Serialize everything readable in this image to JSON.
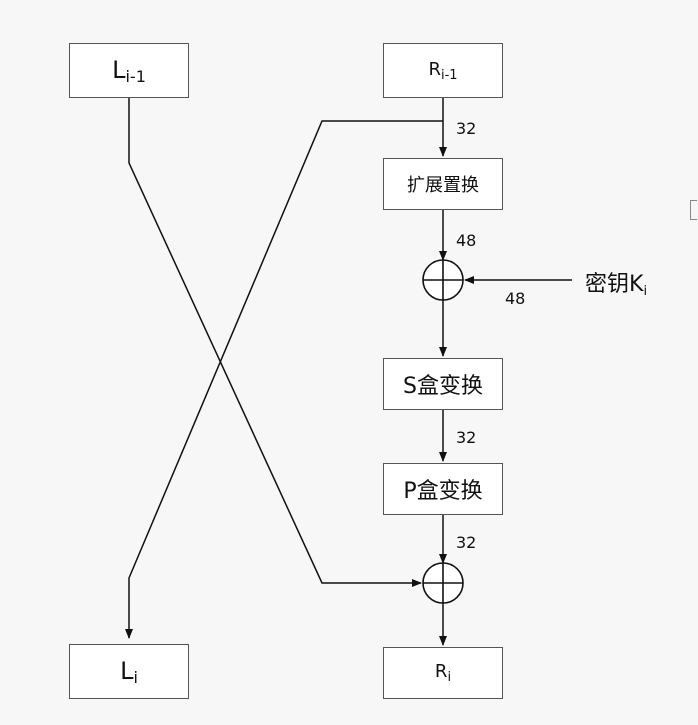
{
  "boxes": {
    "l_prev": {
      "base": "L",
      "sub": "i-1"
    },
    "r_prev": {
      "base": "R",
      "sub": "i-1"
    },
    "expansion": {
      "label": "扩展置换"
    },
    "sbox": {
      "label": "S盒变换"
    },
    "pbox": {
      "label": "P盒变换"
    },
    "l_new": {
      "base": "L",
      "sub": "i"
    },
    "r_new": {
      "base": "R",
      "sub": "i"
    }
  },
  "key": {
    "base": "密钥K",
    "sub": "i"
  },
  "bit_labels": {
    "r_to_expansion": "32",
    "expansion_to_xor": "48",
    "key_to_xor": "48",
    "sbox_to_pbox": "32",
    "pbox_to_xor": "32"
  },
  "colors": {
    "line": "#111111",
    "box_border": "#555555",
    "background": "#f7f7f7"
  }
}
